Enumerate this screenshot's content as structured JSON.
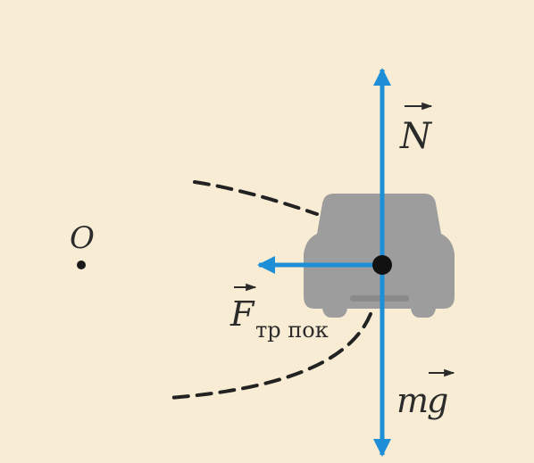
{
  "diagram": {
    "origin_label": "O",
    "normal_force_symbol": "N",
    "friction_force_symbol": "F",
    "friction_force_subscript": "тр пок",
    "gravity_force_mass": "m",
    "gravity_force_g": "g"
  },
  "colors": {
    "background": "#f8edd4",
    "force_arrow": "#1e8fd6",
    "car_body": "#9e9e9e",
    "path": "#222222"
  }
}
